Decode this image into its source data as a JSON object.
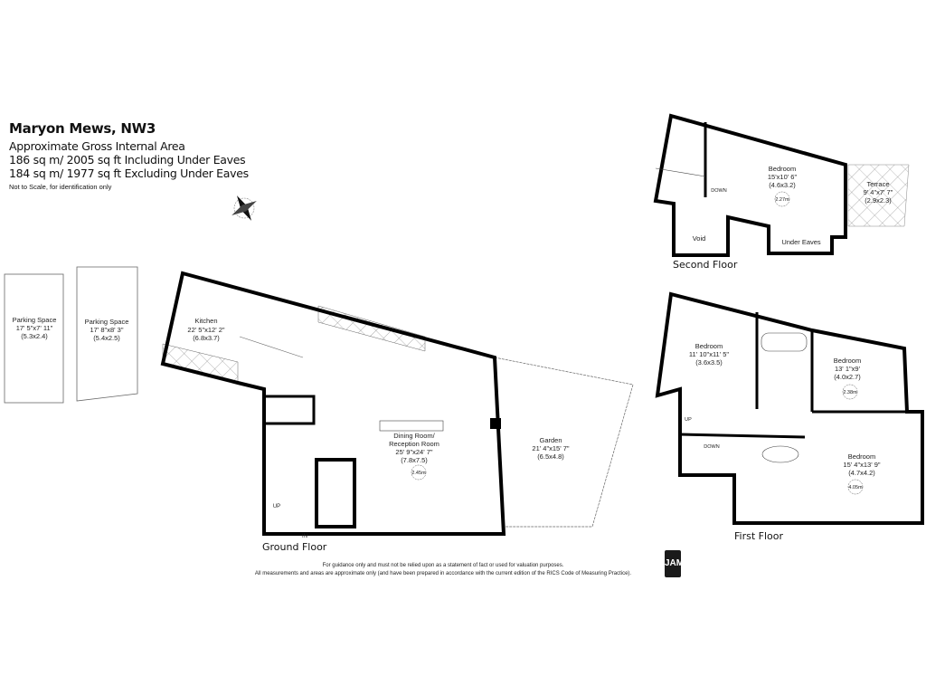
{
  "header": {
    "title": "Maryon Mews, NW3",
    "subtitle": "Approximate Gross Internal Area",
    "area_including": "186 sq m/ 2005 sq ft Including Under Eaves",
    "area_excluding": "184 sq m/ 1977 sq ft Excluding Under Eaves",
    "scale_note": "Not to Scale, for identification only"
  },
  "parking": [
    {
      "name": "Parking Space",
      "imperial": "17' 5\"x7' 11\"",
      "metric": "(5.3x2.4)"
    },
    {
      "name": "Parking Space",
      "imperial": "17' 8\"x8' 3\"",
      "metric": "(5.4x2.5)"
    }
  ],
  "ground_floor": {
    "label": "Ground Floor",
    "kitchen": {
      "name": "Kitchen",
      "imperial": "22' 5\"x12' 2\"",
      "metric": "(6.8x3.7)"
    },
    "dining": {
      "name1": "Dining Room/",
      "name2": "Reception Room",
      "imperial": "25' 9\"x24' 7\"",
      "metric": "(7.8x7.5)",
      "height": "2.45m"
    },
    "garden": {
      "name": "Garden",
      "imperial": "21' 4\"x15' 7\"",
      "metric": "(6.5x4.8)"
    },
    "up": "UP",
    "in": "IN"
  },
  "second_floor": {
    "label": "Second Floor",
    "bedroom": {
      "name": "Bedroom",
      "imperial": "15'x10' 6\"",
      "metric": "(4.6x3.2)",
      "height": "2.27m"
    },
    "terrace": {
      "name": "Terrace",
      "imperial": "9' 4\"x7' 7\"",
      "metric": "(2.9x2.3)"
    },
    "void": "Void",
    "under_eaves": "Under Eaves",
    "down": "DOWN"
  },
  "first_floor": {
    "label": "First Floor",
    "bedroom1": {
      "name": "Bedroom",
      "imperial": "11' 10\"x11' 5\"",
      "metric": "(3.6x3.5)"
    },
    "bedroom2": {
      "name": "Bedroom",
      "imperial": "13' 1\"x9'",
      "metric": "(4.0x2.7)",
      "height": "2.38m"
    },
    "bedroom3": {
      "name": "Bedroom",
      "imperial": "15' 4\"x13' 9\"",
      "metric": "(4.7x4.2)",
      "height": "4.05m"
    },
    "up": "UP",
    "down": "DOWN"
  },
  "footer": {
    "line1": "For guidance only and must not be relied upon as a statement of fact or used for valuation purposes.",
    "line2": "All measurements and areas are approximate only (and have been prepared in accordance with the current edition of the RICS Code of Measuring Practice).",
    "logo": "JAM"
  },
  "colors": {
    "walls": "#000000",
    "lines": "#555555",
    "background": "#ffffff"
  }
}
